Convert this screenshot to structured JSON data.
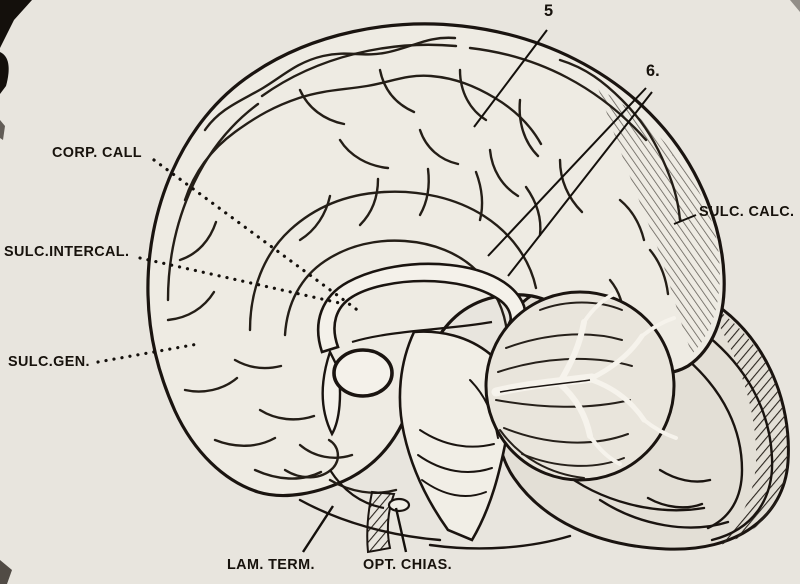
{
  "figure": {
    "description": "Engraved plate: median sagittal section of the human brain with labelled sulci and structures",
    "ink_color": "#1a1410",
    "paper_color": "#e8e5de",
    "labels": {
      "n5": "5",
      "n6": "6.",
      "corp_call": "CORP. CALL",
      "sulc_intercal": "SULC.INTERCAL.",
      "sulc_gen": "SULC.GEN.",
      "sulc_calc": "SULC. CALC.",
      "lam_term": "LAM. TERM.",
      "opt_chias": "OPT. CHIAS."
    }
  }
}
